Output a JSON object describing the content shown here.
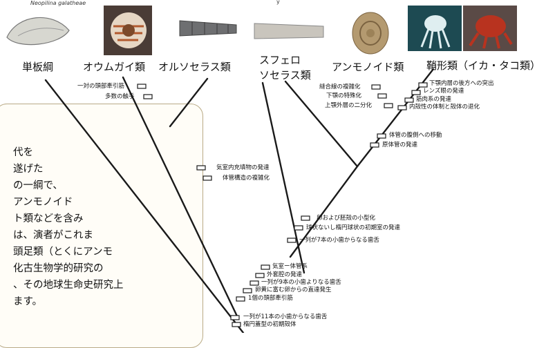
{
  "title_fragment": "y",
  "scientific_label": "Neopilina galatheae",
  "taxa": [
    {
      "id": "monoplacophora",
      "label": "単板綱"
    },
    {
      "id": "nautilus",
      "label": "オウムガイ類"
    },
    {
      "id": "orthocerida",
      "label": "オルソセラス類"
    },
    {
      "id": "sphaerorthocerida_1",
      "label": "スフェロ"
    },
    {
      "id": "sphaerorthocerida_2",
      "label": "ソセラス類"
    },
    {
      "id": "ammonoidea",
      "label": "アンモノイド類"
    },
    {
      "id": "coleoidea",
      "label": "鞘形類（イカ・タコ類）"
    }
  ],
  "characters": {
    "nautilus": [
      "一対の頭部牽引筋",
      "多数の触手"
    ],
    "orthocerida_sphaero": [
      "気室内充填物の発達",
      "体管構造の複雑化"
    ],
    "ammonoidea": [
      "縫合線の複雑化",
      "下顎の特殊化",
      "上顎外層の二分化"
    ],
    "coleoidea": [
      "下顎内層の後方への突出",
      "レンズ眼の発達",
      "筋肉系の発達",
      "内殻性の体制と殻体の退化"
    ],
    "neocephalopoda": [
      "体管の腹側への移動",
      "原体管の発達"
    ],
    "mid_node": [
      "卵および胚殻の小型化",
      "球状ないし楕円球状の初期室の発達",
      "一列が7本の小歯からなる歯舌"
    ],
    "cephalopoda": [
      "気室ー体管系",
      "外套腔の発達",
      "一列が9本の小歯よりなる歯舌",
      "卵黄に富む卵からの直達発生",
      "1個の頭部牽引筋"
    ],
    "root": [
      "一列が11本の小歯からなる歯舌",
      "楕円蓋型の初期殻体"
    ]
  },
  "note_lines": [
    "代を",
    "遂げた",
    "の一綱で、",
    "アンモノイド",
    "ト類などを含み",
    "は、演者がこれま",
    "頭足類（とくにアンモ",
    "化古生物学的研究の",
    "、その地球生命史研究上",
    "ます。"
  ],
  "colors": {
    "line": "#1a1a1a",
    "box_border": "#b9aa86",
    "box_bg": "#fffdf7"
  }
}
